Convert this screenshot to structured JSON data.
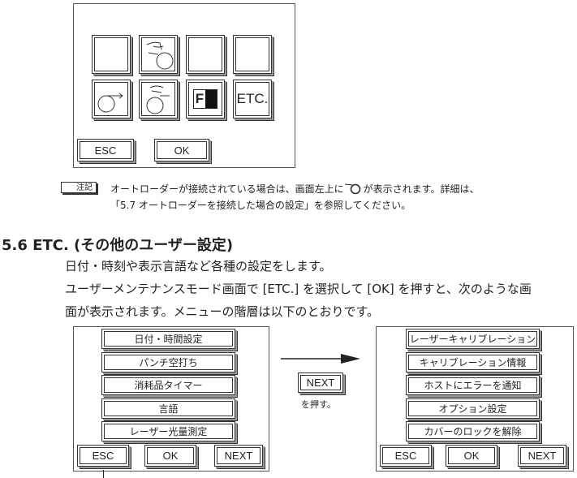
{
  "top_panel": {
    "etc_label": "ETC.",
    "f_label": "F",
    "esc_label": "ESC",
    "ok_label": "OK"
  },
  "note": {
    "label": "注記",
    "line1_a": "オートローダーが接続されている場合は、画面左上に",
    "line1_b": "が表示されます。詳細は、",
    "line2": "「5.7 オートローダーを接続した場合の設定」を参照してください。"
  },
  "section": {
    "heading": "5.6 ETC. (その他のユーザー設定)",
    "para1": "日付・時刻や表示言語など各種の設定をします。",
    "para2": "ユーザーメンテナンスモード画面で [ETC.] を選択して [OK] を押すと、次のような画",
    "para3": "面が表示されます。メニューの階層は以下のとおりです。"
  },
  "left_panel": {
    "items": [
      "日付・時間設定",
      "パンチ空打ち",
      "消耗品タイマー",
      "言語",
      "レーザー光量測定"
    ],
    "esc_label": "ESC",
    "ok_label": "OK",
    "next_label": "NEXT"
  },
  "transition": {
    "next_label": "NEXT",
    "caption": "を押す。"
  },
  "right_panel": {
    "items": [
      "レーザーキャリブレーション",
      "キャリブレーション情報",
      "ホストにエラーを通知",
      "オプション設定",
      "カバーのロックを解除"
    ],
    "esc_label": "ESC",
    "ok_label": "OK",
    "next_label": "NEXT"
  }
}
